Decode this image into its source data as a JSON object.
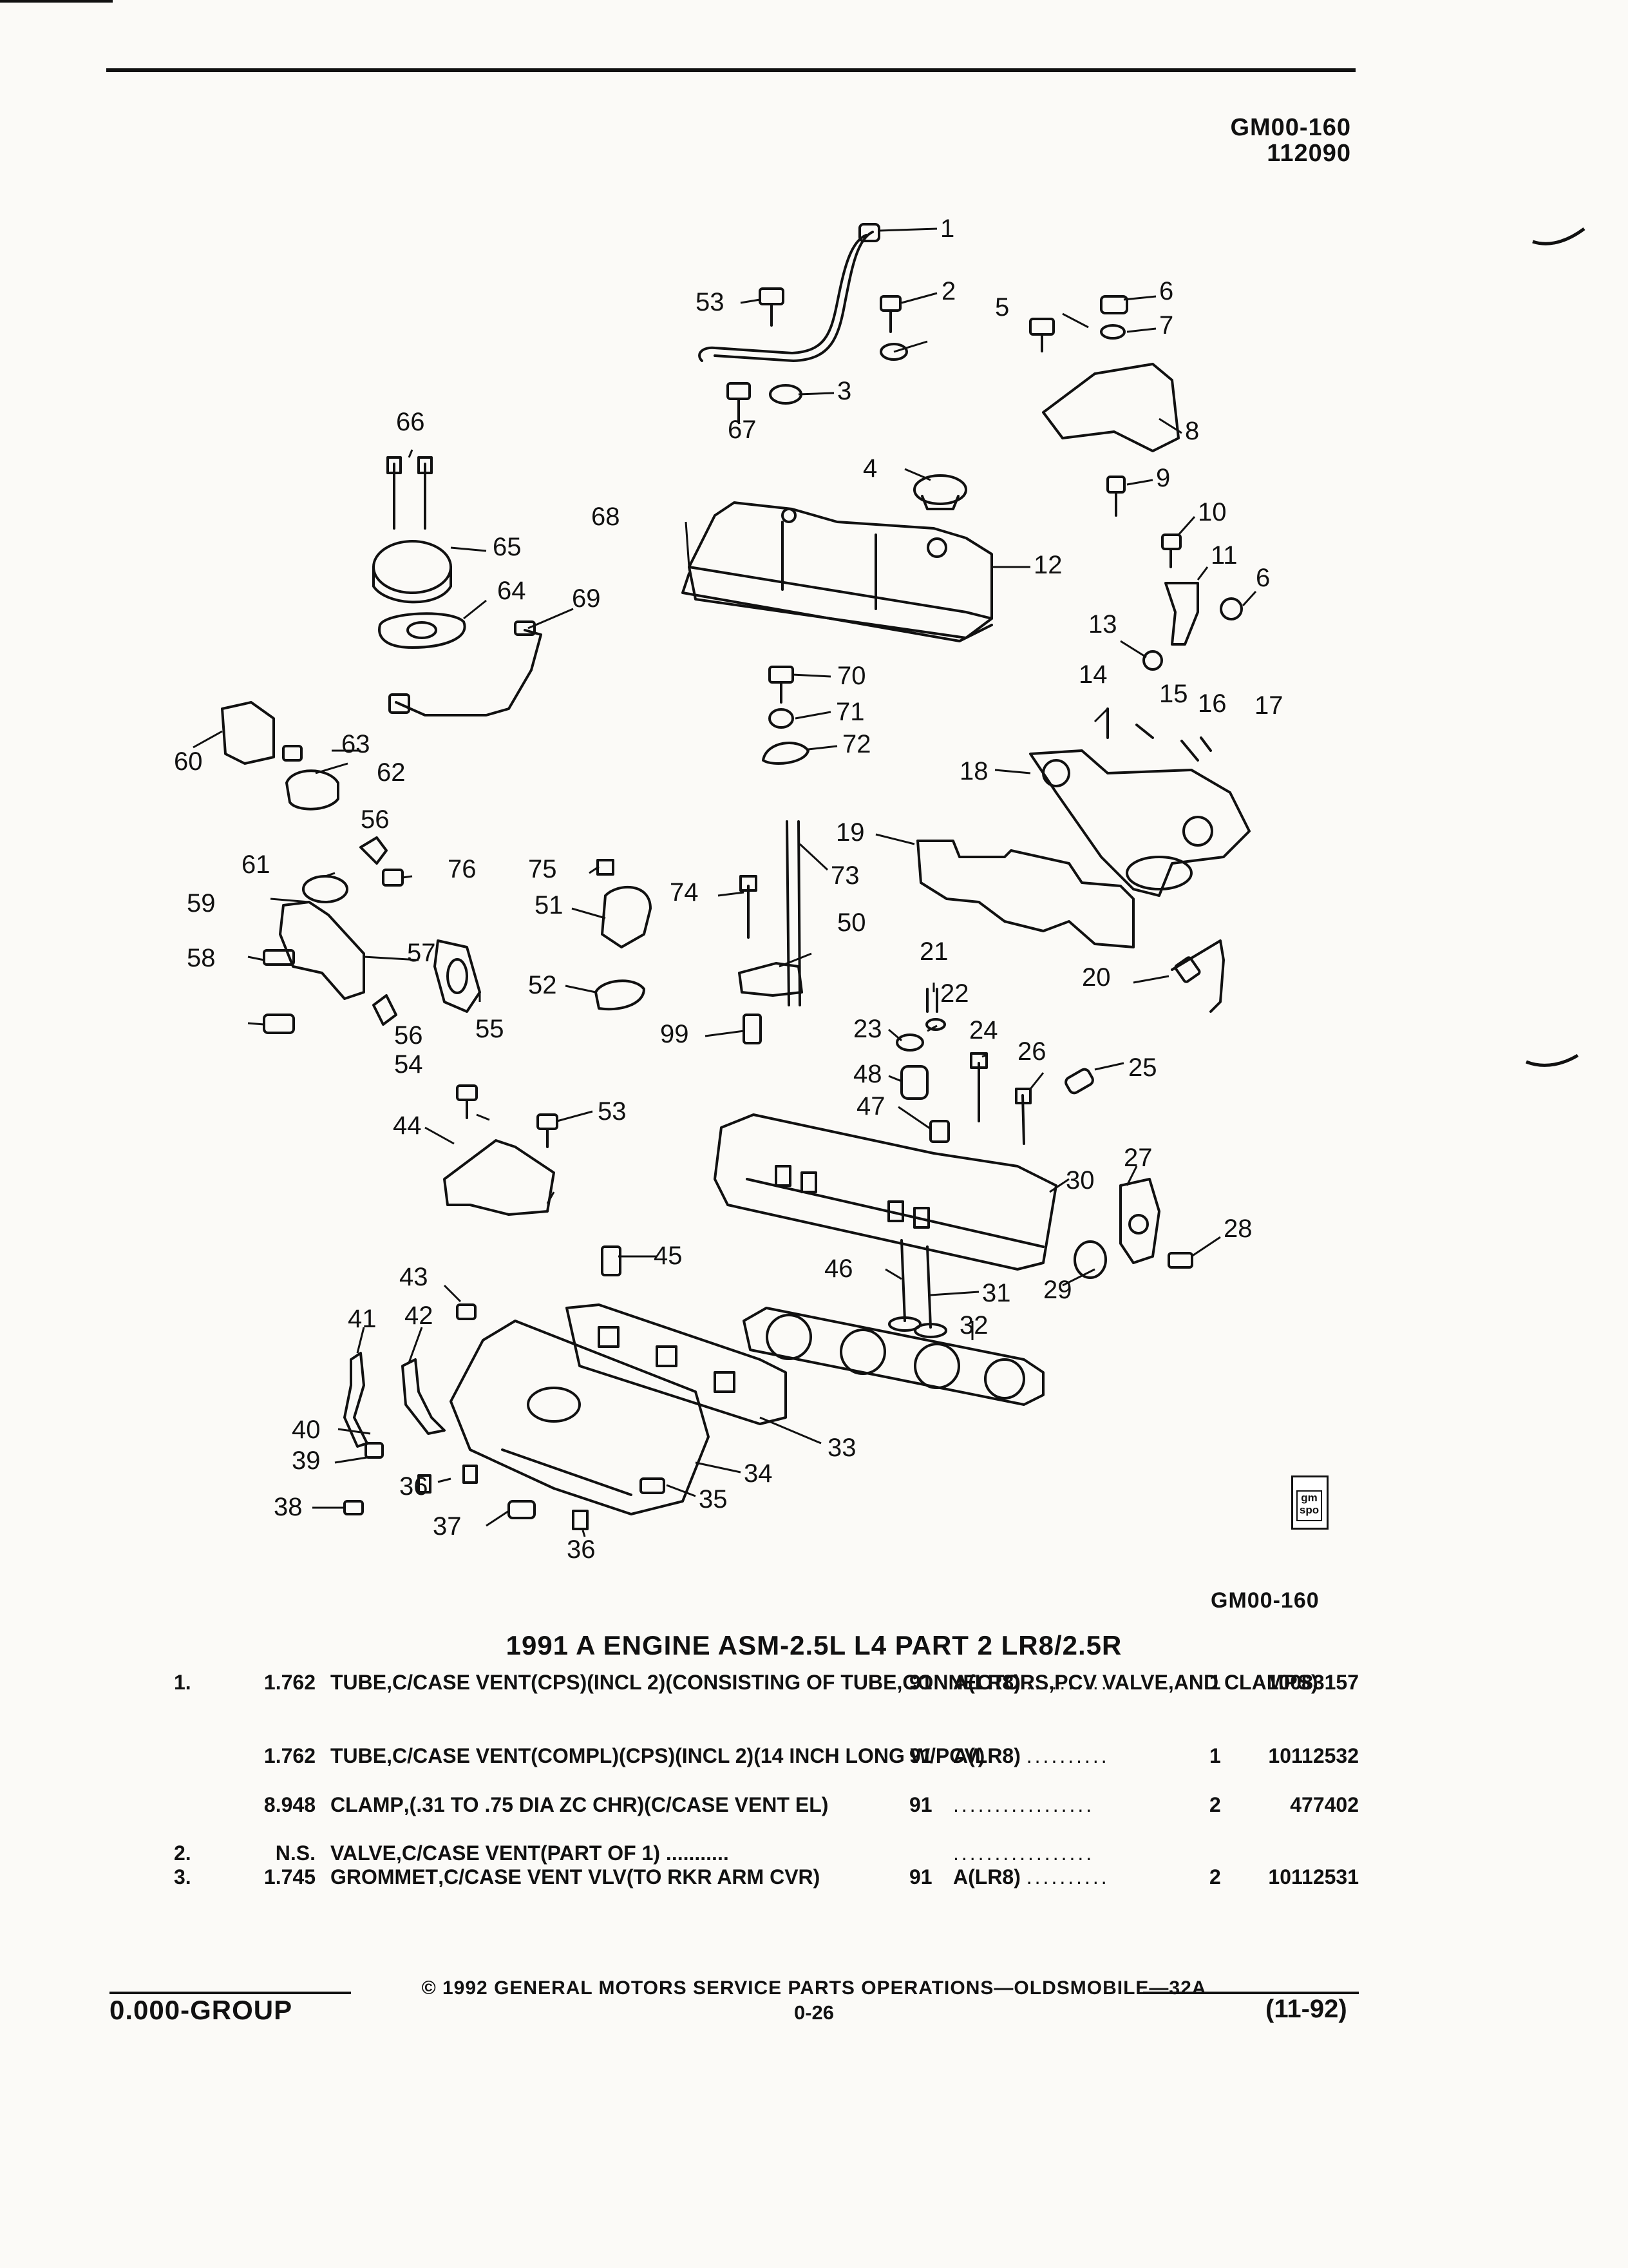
{
  "header": {
    "ref_code": "GM00-160",
    "ref_date": "112090"
  },
  "diagram": {
    "figure_id": "GM00-160",
    "logo_text": "gm spo",
    "callouts": [
      "1",
      "2",
      "3",
      "4",
      "5",
      "6",
      "7",
      "8",
      "9",
      "10",
      "11",
      "6",
      "12",
      "13",
      "14",
      "15",
      "16",
      "17",
      "18",
      "19",
      "20",
      "21",
      "22",
      "23",
      "24",
      "25",
      "26",
      "27",
      "28",
      "29",
      "30",
      "31",
      "32",
      "33",
      "34",
      "35",
      "36",
      "36",
      "37",
      "38",
      "39",
      "40",
      "41",
      "42",
      "43",
      "44",
      "45",
      "46",
      "47",
      "48",
      "50",
      "51",
      "52",
      "53",
      "53",
      "54",
      "55",
      "56",
      "56",
      "57",
      "58",
      "59",
      "60",
      "61",
      "62",
      "63",
      "64",
      "65",
      "66",
      "67",
      "68",
      "69",
      "70",
      "71",
      "72",
      "73",
      "74",
      "75",
      "76",
      "99"
    ]
  },
  "catalog": {
    "title": "1991 A ENGINE ASM-2.5L L4 PART 2 LR8/2.5R",
    "rows": [
      {
        "item": "1.",
        "group": "1.762",
        "name": "TUBE",
        "desc": ",C/CASE VENT(CPS)(INCL 2)(CONSISTING OF TUBE,CONNECTORS,PCV VALVE,AND CLAMPS)",
        "year": "91",
        "model": "A(LR8)",
        "dots": "..........",
        "qty": "1",
        "part": "10083157"
      },
      {
        "item": "",
        "group": "1.762",
        "name": "TUBE",
        "desc": ",C/CASE VENT(COMPL)(CPS)(INCL 2)(14 INCH LONG W/PCV)",
        "year": "91",
        "model": "A(LR8)",
        "dots": "..........",
        "qty": "1",
        "part": "10112532"
      },
      {
        "item": "",
        "group": "8.948",
        "name": "CLAMP",
        "desc": ",(.31 TO .75 DIA ZC CHR)(C/CASE VENT EL)",
        "year": "91",
        "model": "",
        "dots": ".................",
        "qty": "2",
        "part": "477402"
      },
      {
        "item": "2.",
        "group": "N.S.",
        "name": "VALVE",
        "desc": ",C/CASE VENT(PART OF 1) ...........",
        "year": "",
        "model": "",
        "dots": ".................",
        "qty": "",
        "part": ""
      },
      {
        "item": "3.",
        "group": "1.745",
        "name": "GROMMET",
        "desc": ",C/CASE VENT VLV(TO RKR ARM CVR)",
        "year": "91",
        "model": "A(LR8)",
        "dots": "..........",
        "qty": "2",
        "part": "10112531"
      }
    ]
  },
  "footer": {
    "copyright": "© 1992 GENERAL MOTORS SERVICE PARTS OPERATIONS—OLDSMOBILE—32A",
    "group": "0.000-GROUP",
    "page": "0-26",
    "date": "(11-92)"
  }
}
